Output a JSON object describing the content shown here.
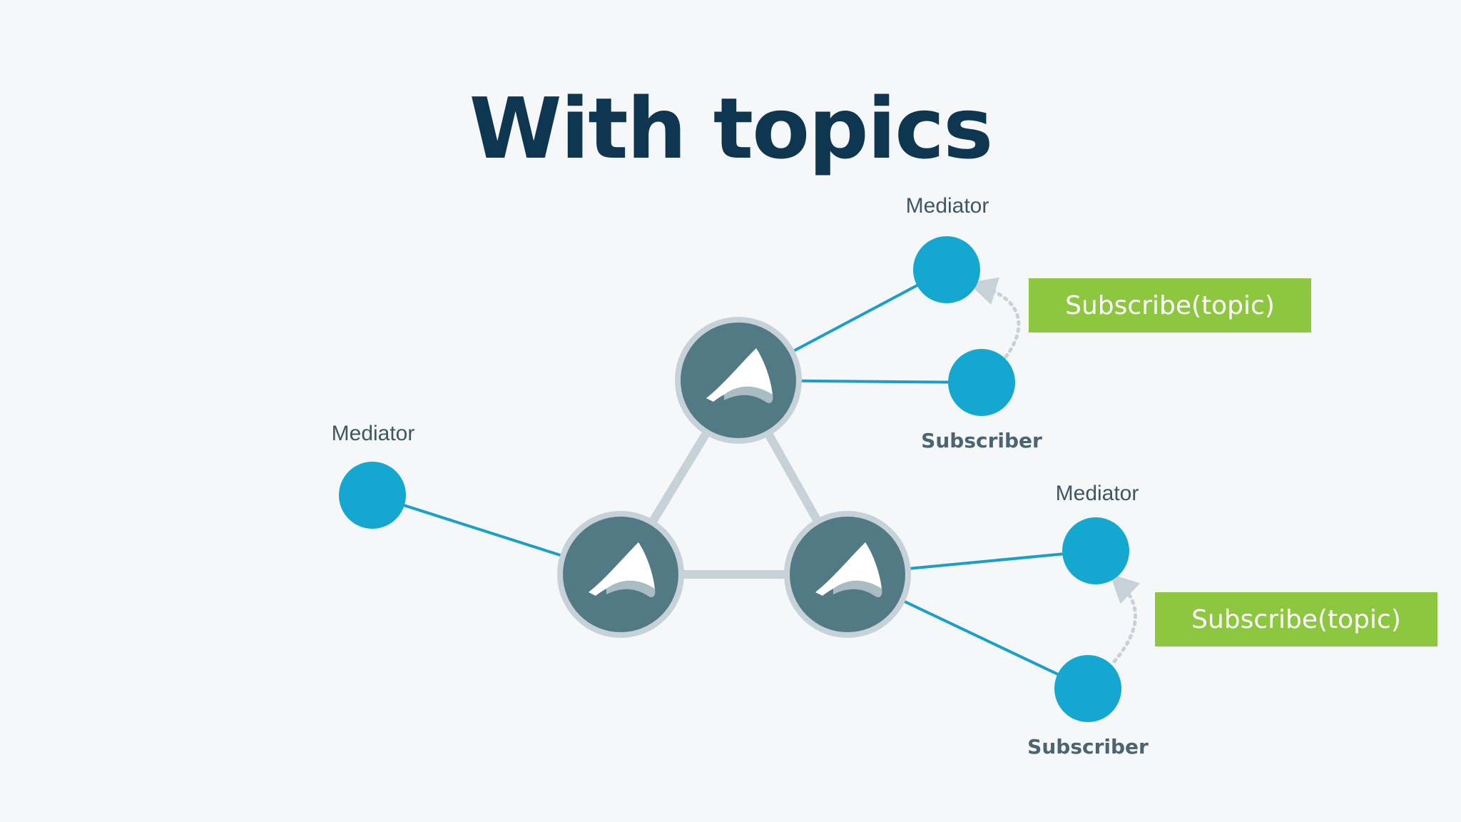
{
  "title": "With topics",
  "labels": {
    "mediator": "Mediator",
    "subscriber": "Subscriber",
    "subscribe_action": "Subscribe(topic)"
  },
  "colors": {
    "background": "#f5f7f9",
    "title": "#0f3650",
    "peer_node": "#527a85",
    "peer_ring": "#c7d2d8",
    "client_node": "#14a8d0",
    "client_link": "#1aa0c8",
    "peer_link": "#c7d2d8",
    "badge": "#8dc63f"
  },
  "icons": {
    "peer": "sail-logo-icon",
    "request_arrow": "dotted-arrow-icon"
  }
}
